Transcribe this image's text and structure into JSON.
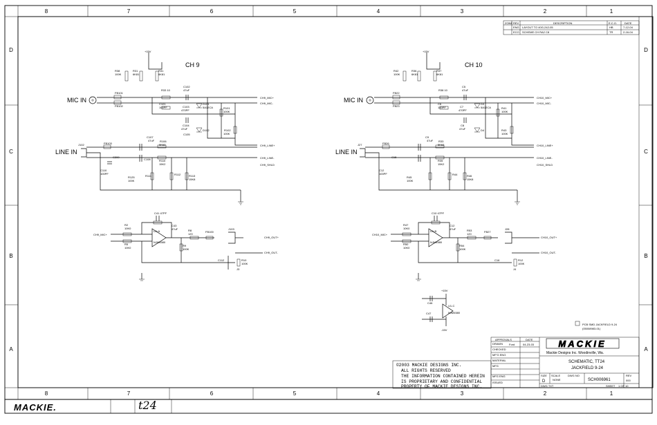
{
  "border": {
    "columns": [
      "8",
      "7",
      "6",
      "5",
      "4",
      "3",
      "2",
      "1"
    ],
    "rows": [
      "D",
      "C",
      "B",
      "A"
    ]
  },
  "revisions": {
    "headers": [
      "ZONE",
      "REV",
      "DESCRIPTION",
      "E.C.O.",
      "DATE"
    ],
    "rows": [
      [
        "",
        "ENG",
        "LAYOUT  TO  40G-242-05",
        "HB",
        "7-12-04"
      ],
      [
        "",
        "ECO",
        "SCHEME CH  RA2 C8",
        "TR",
        "2-16-04"
      ]
    ]
  },
  "channel9": {
    "title": "CH  9",
    "mic_in": "MIC  IN",
    "line_in": "LINE  IN"
  },
  "channel10": {
    "title": "CH  10",
    "mic_in": "MIC  IN",
    "line_in": "LINE  IN"
  },
  "component_labels": {
    "ch9": [
      "R38\n100K\n1%",
      "R31\n6K81\n.25W",
      "R31\n6K81\n.25W",
      "C102\n47uF\n16V",
      "C101\n100PF",
      "D101\n5A12CA\n12V",
      "C103\n470PF",
      "C104\n47uF\n16V",
      "C105\n470PF",
      "R101\n100K\n1%",
      "FB101",
      "FB102",
      "FB103",
      "J101",
      "J102",
      "C110\n100PF",
      "R125\n100K",
      "R106\n5K62",
      "R110\n15K2",
      "R112\n100K",
      "R113\n15K8"
    ],
    "ch10": [
      "R42\n100K\n1%",
      "R36\n6K81\n.25W",
      "R37\n6K81\n.25W",
      "C5\n47uF\n16V",
      "C6\n100PF",
      "D3\n5A12CA\n12V",
      "C7\n470PF",
      "C8\n47uF\n16V",
      "R41\n100K\n1%",
      "FB22",
      "FB23",
      "FB26",
      "J26",
      "J27",
      "C12\n100PF",
      "R45\n100K",
      "R33\n5K62",
      "R35\n15K2",
      "R44\n100K",
      "R46\n15K8"
    ]
  },
  "net_labels": [
    "CH9_MIC+",
    "CH9_MIC-",
    "CH9_LINE+",
    "CH9_LINE-",
    "CH9_SHLD",
    "CH10_MIC+",
    "CH10_MIC-",
    "CH10_LINE+",
    "CH10_LINE-",
    "CH10_SHLD",
    "CH9_OUT+",
    "CH9_OUT-",
    "CH10_OUT+",
    "CH10_OUT-",
    "+15V",
    "-15V"
  ],
  "opamp_labels": {
    "ch9": [
      "R2\n10K0",
      "R5\n10K0",
      "R6\n5K62",
      "R8\n120",
      "R9\n100K",
      "C41\n47PF",
      "C42\n47PF",
      "C43\n47uF\n25V",
      "U1-A\nNJM4580",
      "FB100",
      "J103",
      "C112\n100PF",
      "R10\n100K",
      "J3"
    ],
    "ch10": [
      "R47\n10K0",
      "R50\n10K0",
      "R51\n5K62",
      "R53\n120",
      "R54\n100K",
      "C10\n47PF",
      "C11\n47PF",
      "C12\n47uF\n25V",
      "U1-B\nNJM4580",
      "FB27",
      "J28",
      "C16\n100PF",
      "R12\n100K",
      "J4"
    ],
    "power": [
      "C46\n1uF",
      "C47\n1uF",
      "U1-C\nNJM4580",
      "+15V",
      "-15V"
    ]
  },
  "pcb_note": {
    "line1": "PCB  SMD  JACKFIELD  9-24",
    "line2": "(05008983-01)"
  },
  "copyright": [
    "©2003 MACKIE DESIGNS INC.",
    "ALL RIGHTS RESERVED",
    "THE INFORMATION CONTAINED HEREIN",
    "IS PROPRIETARY AND CONFIDENTIAL",
    "PROPERTY OF MACKIE DESIGNS INC."
  ],
  "title_block": {
    "approvals_label": "APPROVALS",
    "date_label": "DATE",
    "rows": [
      "DRAWN",
      "CHECKED",
      "MF'G ENG",
      "MATERIAL",
      "MFG",
      "MFG ENG",
      "ISSUED"
    ],
    "drawn_by": "Ford",
    "drawn_date": "04-23-03",
    "logo": "MACKIE",
    "company": "Mackie Designs Inc.   Woodinville, Wa.",
    "title_line1": "SCHEMATIC,  TT24",
    "title_line2": "JACKFIELD  9-24",
    "size_label": "SIZE",
    "size": "D",
    "scale_label": "SCALE",
    "scale": "NONE",
    "dwg_label": "DWG NO",
    "dwg_no": "SCH006961",
    "rev_label": "REV",
    "rev": "000",
    "sheet_label": "SHEET",
    "sheet": "1  OF  10",
    "dwg_txt_label": "DWG TXT"
  },
  "footer": {
    "logo": "MACKIE.",
    "product_badge": "t24"
  }
}
